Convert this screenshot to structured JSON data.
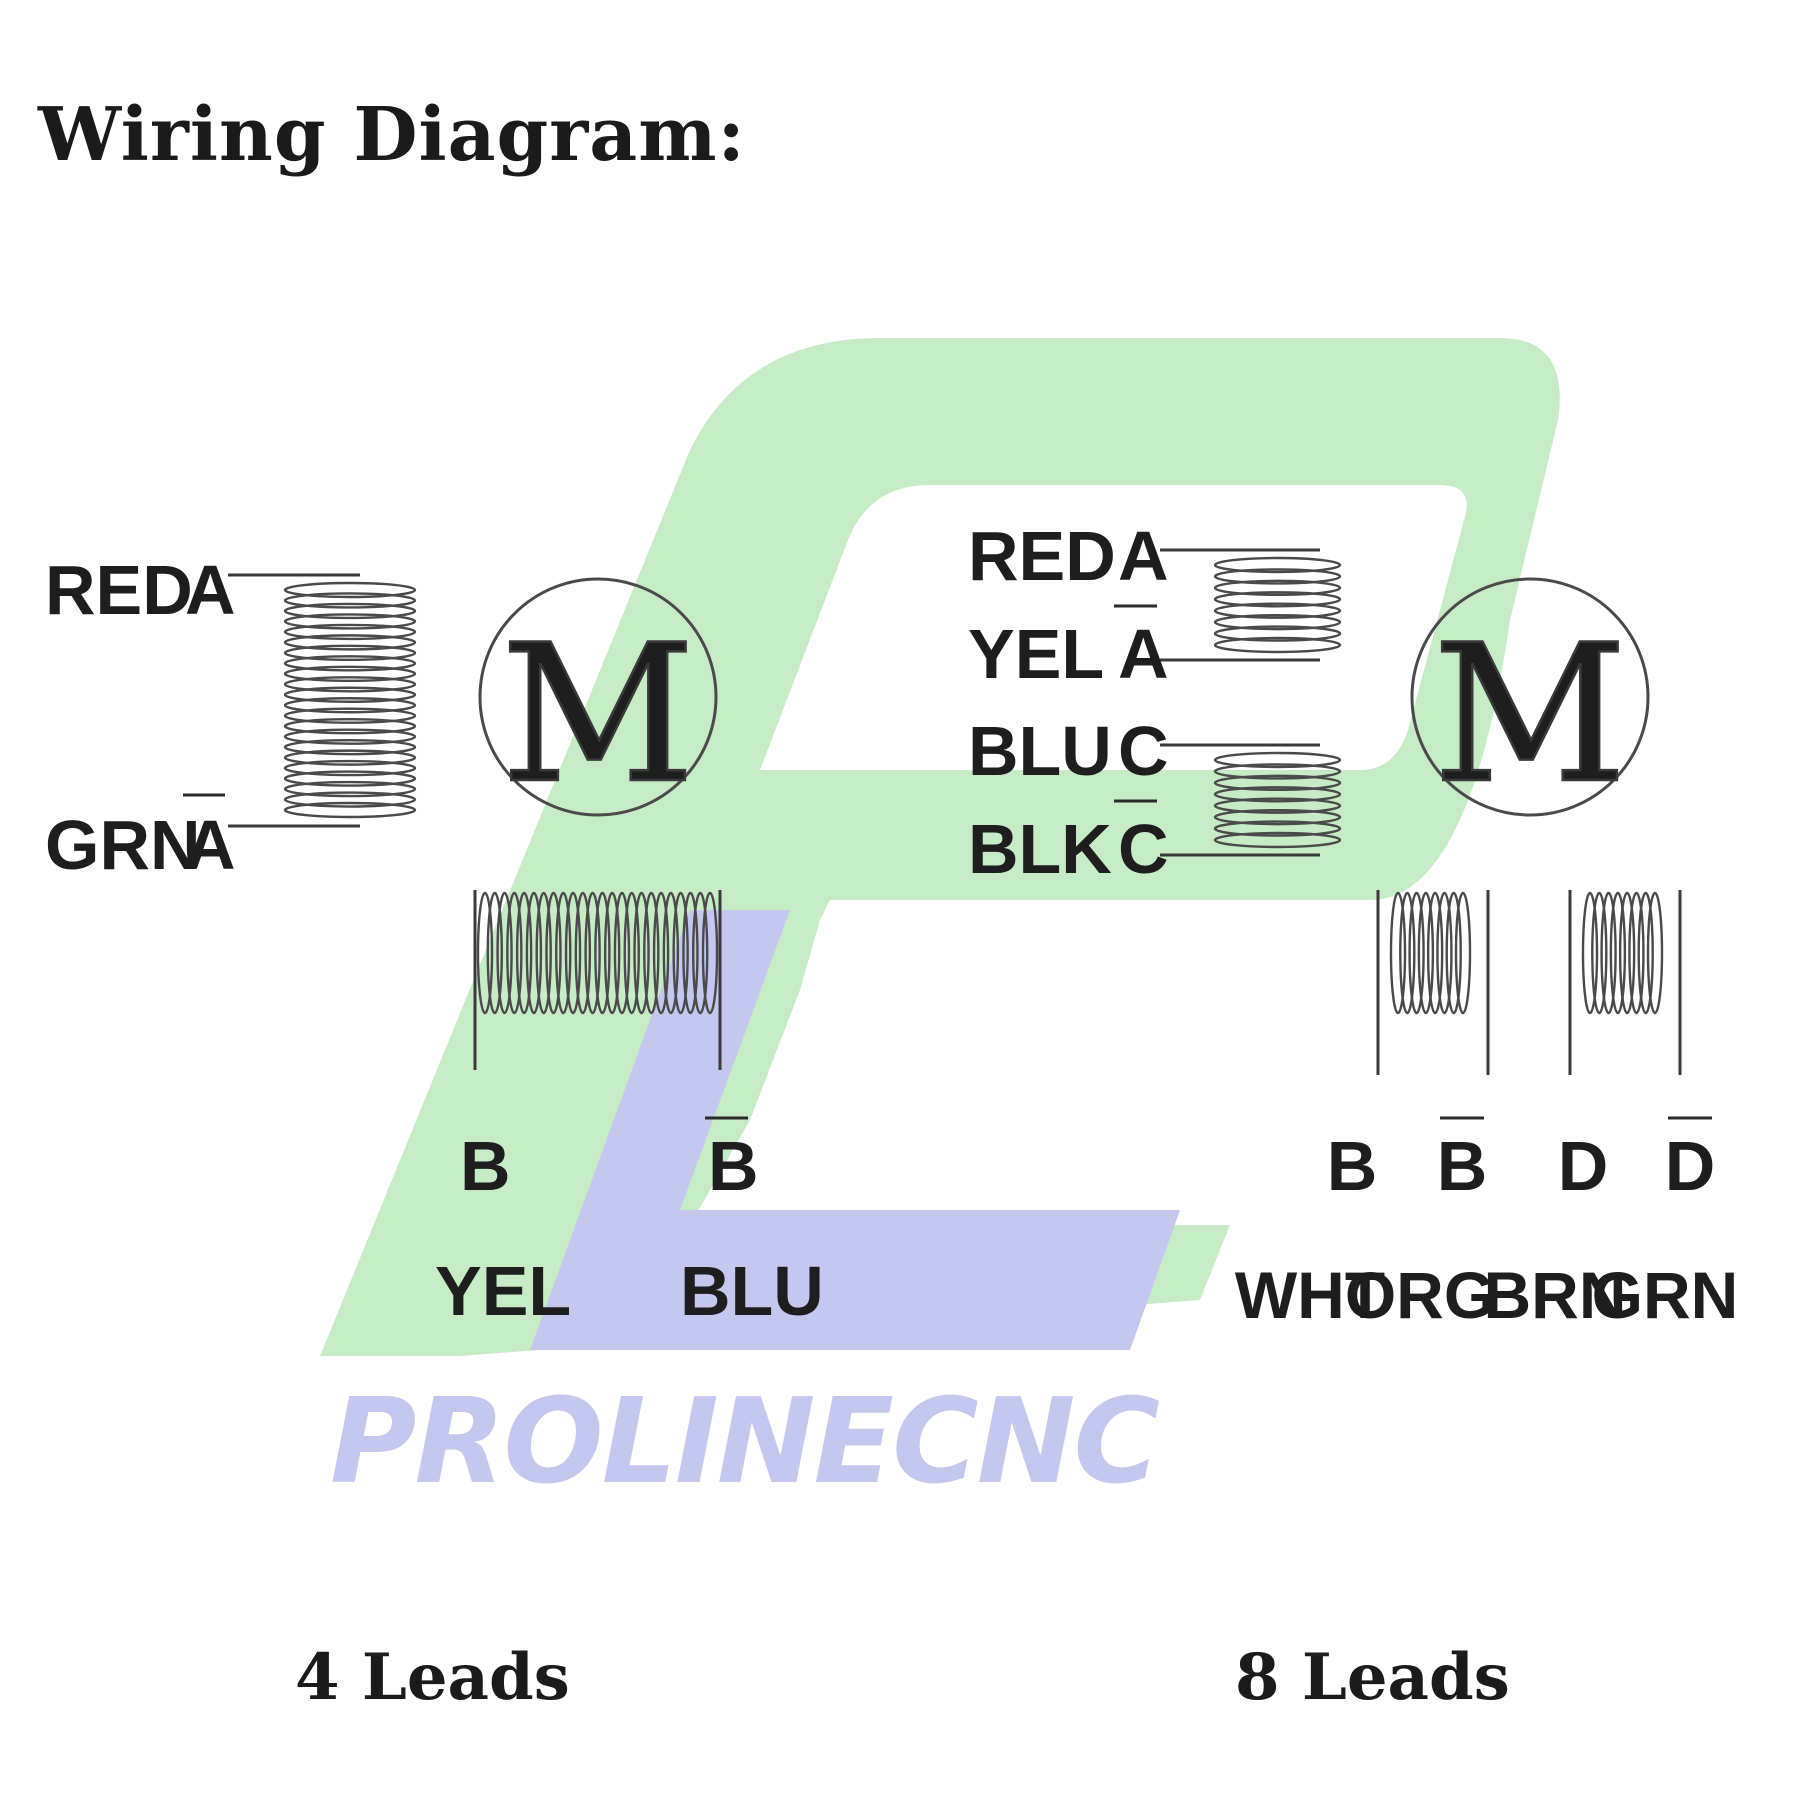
{
  "title": "Wiring Diagram:",
  "four_lead": {
    "caption": "4 Leads",
    "motor_symbol": "M",
    "coil_a": {
      "top_wire": "RED",
      "top_terminal": "A",
      "bottom_wire": "GRN",
      "bottom_terminal": "A"
    },
    "coil_b": {
      "left_terminal": "B",
      "right_terminal": "B",
      "left_wire": "YEL",
      "right_wire": "BLU"
    }
  },
  "eight_lead": {
    "caption": "8 Leads",
    "motor_symbol": "M",
    "left_leads": [
      {
        "wire": "RED",
        "terminal": "A"
      },
      {
        "wire": "YEL",
        "terminal": "A"
      },
      {
        "wire": "BLU",
        "terminal": "C"
      },
      {
        "wire": "BLK",
        "terminal": "C"
      }
    ],
    "bottom_leads": [
      {
        "terminal": "B",
        "wire": "WHT"
      },
      {
        "terminal": "B",
        "wire": "ORG"
      },
      {
        "terminal": "D",
        "wire": "BRN"
      },
      {
        "terminal": "D",
        "wire": "GRN"
      }
    ]
  },
  "watermark": {
    "text": "PROLINECNC",
    "green": "#c6ecc6",
    "blue": "#c4c8ee"
  }
}
